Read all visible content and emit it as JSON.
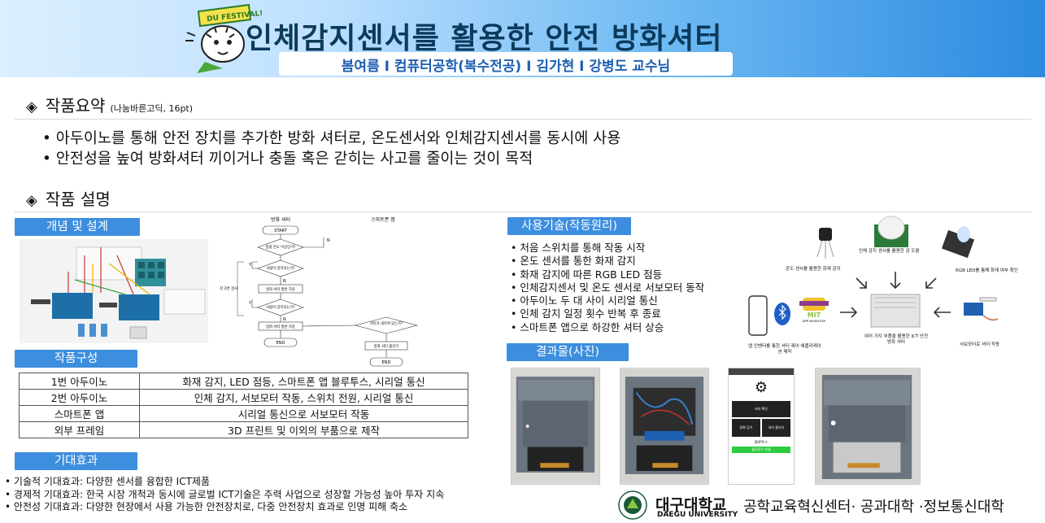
{
  "header": {
    "title": "인체감지센서를 활용한 안전 방화셔터",
    "subtitle": "봄여름 I 컴퓨터공학(복수전공) I 김가현 I 강병도 교수님",
    "mascot_banner": "DU FESTIVAL!"
  },
  "summary": {
    "heading": "작품요약",
    "note": "(나눔바른고딕, 16pt)",
    "bullets": [
      "아두이노를 통해 안전 장치를 추가한 방화 셔터로, 온도센서와 인체감지센서를 동시에 사용",
      "안전성을 높여 방화셔터 끼이거나 충돌 혹은 갇히는 사고를 줄이는 것이 목적"
    ]
  },
  "description": {
    "heading": "작품 설명"
  },
  "concept": {
    "label": "개념 및 설계",
    "flow": {
      "col1": "방화 셔터",
      "col2": "스마트폰 앱",
      "start": "START",
      "temp": "일정 온도 이상인가?",
      "human1": "사람이 감지되는가?",
      "close1": "방화 셔터 절반 하강",
      "human2": "사람이 감지되는가?",
      "close2": "방화 셔터 절반 하강",
      "end1": "END",
      "app_q": "셔터가 내려져 있는가?",
      "app_up": "방화 셔터 올리기",
      "end2": "END",
      "repeat": "각 2번 검사",
      "yes": "Y",
      "no": "N"
    }
  },
  "composition": {
    "label": "작품구성",
    "rows": [
      [
        "1번 아두이노",
        "화재 감지, LED 점등, 스마트폰 앱 블루투스, 시리얼 통신"
      ],
      [
        "2번 아두이노",
        "인체 감지, 서보모터 작동, 스위치 전원, 시리얼 통신"
      ],
      [
        "스마트폰 앱",
        "시리얼 통신으로 서보모터 작동"
      ],
      [
        "외부 프레임",
        "3D 프린트 및 이외의 부품으로 제작"
      ]
    ]
  },
  "effects": {
    "label": "기대효과",
    "items": [
      "기술적 기대효과: 다양한 센서를 융합한 ICT제품",
      "경제적 기대효과: 한국 시장 개척과 동시에 글로벌 ICT기술은 주력 사업으로 성장할 가능성 높아 투자 지속",
      "안전성 기대효과: 다양한 현장에서 사용 가능한 안전장치로, 다중 안전장치 효과로 인명 피해 축소"
    ]
  },
  "technology": {
    "label": "사용기술(작동원리)",
    "items": [
      "처음 스위치를 통해 작동 시작",
      "온도 센서를 통한 화재 감지",
      "화재 감지에 따른 RGB LED 점등",
      "인체감지센서 및 온도 센서로 서보모터 동작",
      "아두이노 두 대 사이 시리얼 통신",
      "인체 감지 일정 횟수 반복 후 종료",
      "스마트폰 앱으로 하강한 셔터 상승"
    ],
    "diagram": {
      "temp_sensor": "온도 센서를 활용한 화재 감지",
      "pir_sensor": "인체 감지 센서를 활용한 감 도움",
      "rgb_led": "RGB LED를 통해 화재 여부 확인",
      "app": "앱 인벤터를 통한 셔터 제어 애플리케이션 제작",
      "mit": "MIT",
      "app_inventor": "APP INVENTOR",
      "center": "여러 가지 부품을 활용한 ICT 안전 방화 셔터",
      "servo": "서보모터로 셔터 작동"
    }
  },
  "results": {
    "label": "결과물(사진)",
    "app_screen": {
      "btn1": "셔터 확인",
      "btn2": "방화 닫기",
      "btn3": "셔터 올리기",
      "label": "블루투스",
      "connect": "블루투스 연결"
    }
  },
  "footer": {
    "university": "대구대학교",
    "university_en": "DAEGU UNIVERSITY",
    "departments": "공학교육혁신센터· 공과대학 ·정보통신대학"
  },
  "colors": {
    "accent": "#3d8ede",
    "title": "#0b3a5c",
    "subtitle": "#1d5fb0"
  }
}
